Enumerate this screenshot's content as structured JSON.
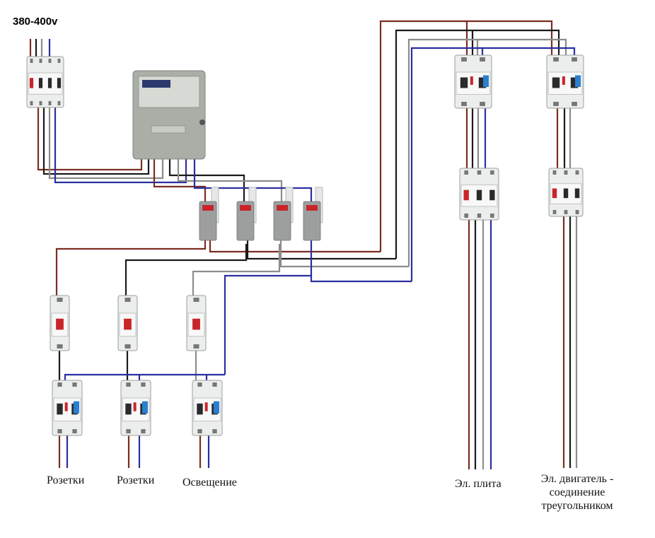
{
  "supply_label": "380-400v",
  "loads": {
    "sockets_1": "Розетки",
    "sockets_2": "Розетки",
    "lighting": "Освещение",
    "stove": "Эл. плита",
    "motor_line1": "Эл. двигатель -",
    "motor_line2": "соединение",
    "motor_line3": "треугольником"
  },
  "colors": {
    "brown": "#7a2e20",
    "black": "#1a1a1a",
    "grey": "#8c8c8c",
    "blue": "#2b2fa0",
    "device_body": "#eceeed",
    "meter_body": "#a9aea6",
    "lever_red": "#c8252b",
    "lever_blue": "#2a7fd0"
  },
  "icons": [
    "main-breaker-icon",
    "electricity-meter-icon",
    "fuse-holder-icon",
    "circuit-breaker-icon",
    "rcd-icon"
  ]
}
